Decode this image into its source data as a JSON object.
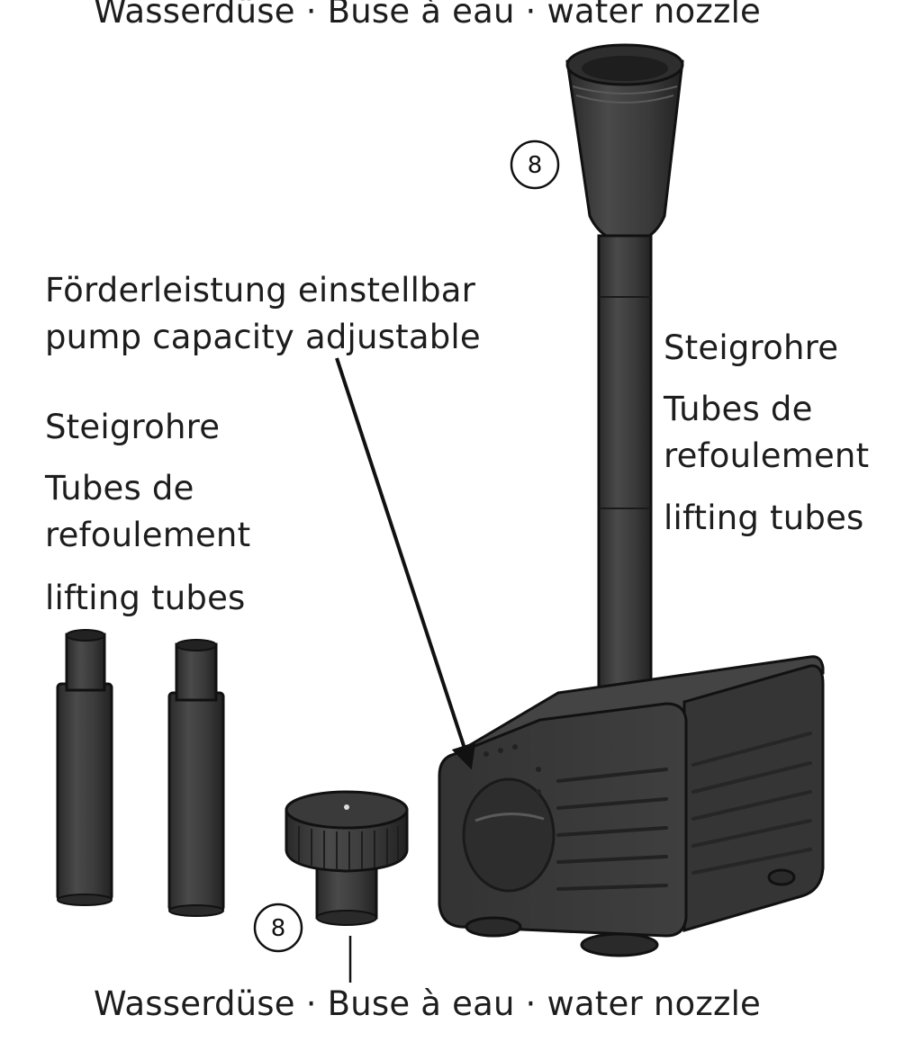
{
  "labels": {
    "nozzle_top": "Wasserdüse · Buse à eau · water nozzle",
    "nozzle_bottom": "Wasserdüse · Buse à eau · water nozzle",
    "capacity_de": "Förderleistung einstellbar",
    "capacity_en": "pump capacity adjustable",
    "tubes_left_de": "Steigrohre",
    "tubes_left_fr_1": "Tubes de",
    "tubes_left_fr_2": "refoulement",
    "tubes_left_en": "lifting tubes",
    "tubes_right_de": "Steigrohre",
    "tubes_right_fr_1": "Tubes de",
    "tubes_right_fr_2": "refoulement",
    "tubes_right_en": "lifting tubes",
    "callout_top": "8",
    "callout_bottom": "8"
  },
  "colors": {
    "part_fill": "#3a3a3a",
    "part_dark": "#262626",
    "part_light": "#4d4d4d",
    "outline": "#111111",
    "text": "#1d1d1d"
  }
}
